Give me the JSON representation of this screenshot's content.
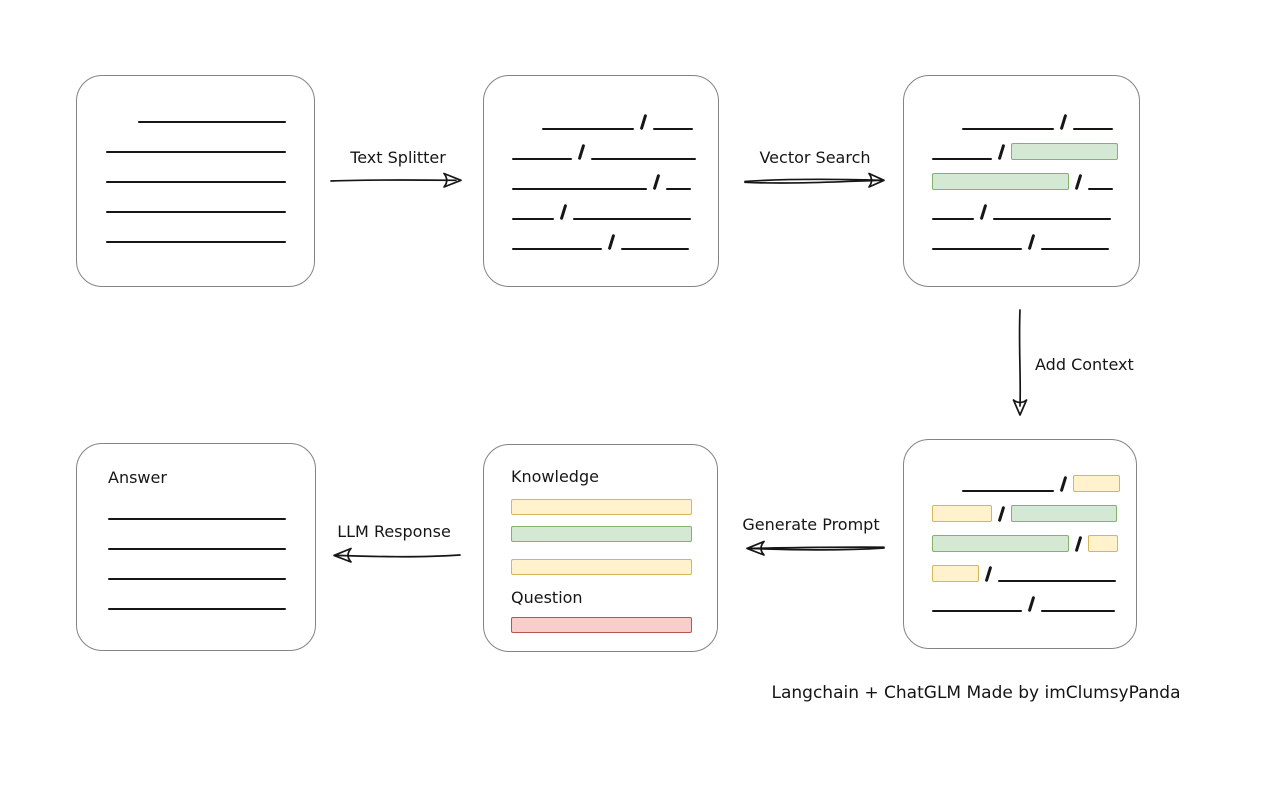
{
  "credit": "Langchain + ChatGLM Made by imClumsyPanda",
  "labels": {
    "text_splitter": "Text Splitter",
    "vector_search": "Vector Search",
    "add_context": "Add Context",
    "generate_prompt": "Generate Prompt",
    "llm_response": "LLM Response"
  },
  "colors": {
    "green_fill": "#d5e8d4",
    "green_border": "#82b366",
    "yellow_fill": "#fff2cc",
    "yellow_border": "#d6b656",
    "red_fill": "#f8cecc",
    "red_border": "#b85450",
    "node_border": "#848484",
    "stroke": "#161616"
  },
  "nodes": {
    "document": {
      "rows": [
        [
          {
            "t": "line",
            "w": 148,
            "ind": 32
          }
        ],
        [
          {
            "t": "line",
            "w": 180
          }
        ],
        [
          {
            "t": "line",
            "w": 180
          }
        ],
        [
          {
            "t": "line",
            "w": 180
          }
        ],
        [
          {
            "t": "line",
            "w": 180
          }
        ]
      ]
    },
    "chunks": {
      "rows": [
        [
          {
            "t": "line",
            "w": 92,
            "ind": 30
          },
          {
            "t": "slash"
          },
          {
            "t": "line",
            "w": 40
          }
        ],
        [
          {
            "t": "line",
            "w": 60
          },
          {
            "t": "slash"
          },
          {
            "t": "line",
            "w": 105
          }
        ],
        [
          {
            "t": "line",
            "w": 135
          },
          {
            "t": "slash"
          },
          {
            "t": "line",
            "w": 25
          }
        ],
        [
          {
            "t": "line",
            "w": 42
          },
          {
            "t": "slash"
          },
          {
            "t": "line",
            "w": 118
          }
        ],
        [
          {
            "t": "line",
            "w": 90
          },
          {
            "t": "slash"
          },
          {
            "t": "line",
            "w": 68
          }
        ]
      ]
    },
    "vector_results": {
      "rows": [
        [
          {
            "t": "line",
            "w": 92,
            "ind": 30
          },
          {
            "t": "slash"
          },
          {
            "t": "line",
            "w": 40
          }
        ],
        [
          {
            "t": "line",
            "w": 60
          },
          {
            "t": "slash"
          },
          {
            "t": "green",
            "w": 107
          }
        ],
        [
          {
            "t": "green",
            "w": 137
          },
          {
            "t": "slash"
          },
          {
            "t": "line",
            "w": 25
          }
        ],
        [
          {
            "t": "line",
            "w": 42
          },
          {
            "t": "slash"
          },
          {
            "t": "line",
            "w": 118
          }
        ],
        [
          {
            "t": "line",
            "w": 90
          },
          {
            "t": "slash"
          },
          {
            "t": "line",
            "w": 68
          }
        ]
      ]
    },
    "context": {
      "rows": [
        [
          {
            "t": "line",
            "w": 92,
            "ind": 30
          },
          {
            "t": "slash"
          },
          {
            "t": "yellow",
            "w": 47
          }
        ],
        [
          {
            "t": "yellow",
            "w": 60
          },
          {
            "t": "slash"
          },
          {
            "t": "green",
            "w": 106
          }
        ],
        [
          {
            "t": "green",
            "w": 137
          },
          {
            "t": "slash"
          },
          {
            "t": "yellow",
            "w": 30
          }
        ],
        [
          {
            "t": "yellow",
            "w": 47
          },
          {
            "t": "slash"
          },
          {
            "t": "line",
            "w": 118
          }
        ],
        [
          {
            "t": "line",
            "w": 90
          },
          {
            "t": "slash"
          },
          {
            "t": "line",
            "w": 74
          }
        ]
      ]
    },
    "prompt": {
      "knowledge_label": "Knowledge",
      "question_label": "Question",
      "knowledge_bars": [
        "yellow",
        "green",
        "yellow"
      ],
      "question_bars": [
        "red"
      ]
    },
    "answer": {
      "label": "Answer",
      "rows": [
        [
          {
            "t": "line",
            "w": 178
          }
        ],
        [
          {
            "t": "line",
            "w": 178
          }
        ],
        [
          {
            "t": "line",
            "w": 178
          }
        ],
        [
          {
            "t": "line",
            "w": 178
          }
        ]
      ]
    }
  }
}
